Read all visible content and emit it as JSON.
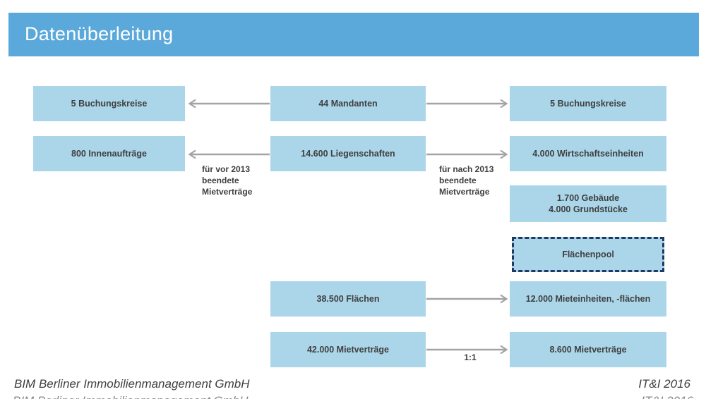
{
  "header": {
    "title": "Datenüberleitung"
  },
  "boxes": [
    {
      "label": "5 Buchungskreise"
    },
    {
      "label": "800 Innenaufträge"
    },
    {
      "label": "44 Mandanten"
    },
    {
      "label": "14.600 Liegenschaften"
    },
    {
      "label": "5 Buchungskreise"
    },
    {
      "label": "4.000 Wirtschaftseinheiten"
    },
    {
      "label": "1.700 Gebäude\n4.000 Grundstücke"
    },
    {
      "label": "Flächenpool"
    },
    {
      "label": "38.500 Flächen"
    },
    {
      "label": "12.000 Mieteinheiten, -flächen"
    },
    {
      "label": "42.000 Mietverträge"
    },
    {
      "label": "8.600 Mietverträge"
    }
  ],
  "annotations": {
    "vor2013": "für vor 2013\nbeendete\nMietverträge",
    "nach2013": "für nach 2013\nbeendete\nMietverträge",
    "ratio": "1:1"
  },
  "footer": {
    "company": "BIM Berliner Immobilienmanagement GmbH",
    "event": "IT&I 2016"
  },
  "colors": {
    "header_bar": "#5ba9da",
    "box_fill": "#abd6ea",
    "box_back": "#c8e4f2",
    "dashed_border": "#1f3864",
    "arrow": "#a3a3a3",
    "text": "#3f3f3f"
  }
}
